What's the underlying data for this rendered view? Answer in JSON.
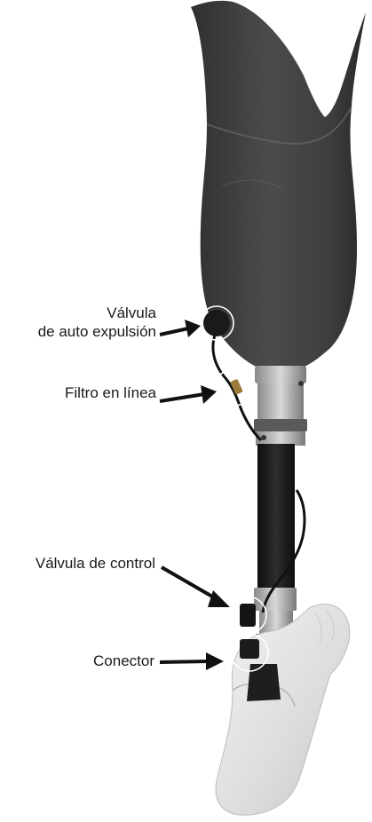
{
  "labels": {
    "self_expulsion_valve": [
      "Válvula",
      "de auto expulsión"
    ],
    "inline_filter": "Filtro en línea",
    "control_valve": "Válvula de control",
    "connector": "Conector"
  },
  "colors": {
    "background": "#ffffff",
    "socket": "#3a3a3a",
    "pylon": "#1c1c1c",
    "metal": "#b8b8b8",
    "foot": "#e6e6e6",
    "callout": "#111111"
  }
}
